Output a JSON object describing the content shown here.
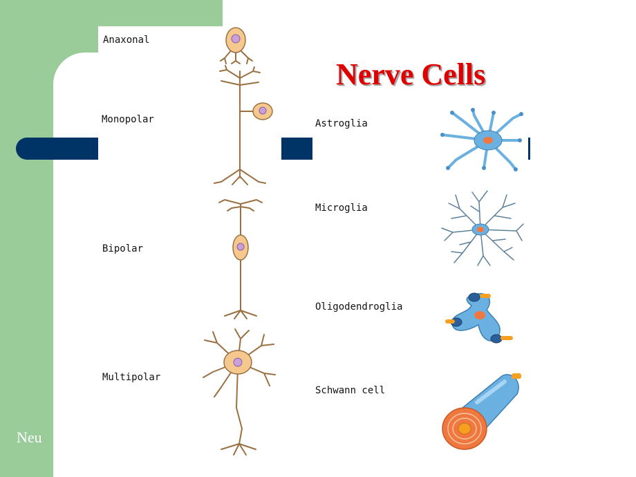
{
  "slide": {
    "title": "Nerve Cells",
    "footer": "Neu"
  },
  "neurons": [
    {
      "label": "Anaxonal"
    },
    {
      "label": "Monopolar"
    },
    {
      "label": "Bipolar"
    },
    {
      "label": "Multipolar"
    }
  ],
  "glia": [
    {
      "label": "Astroglia"
    },
    {
      "label": "Microglia"
    },
    {
      "label": "Oligodendroglia"
    },
    {
      "label": "Schwann cell"
    }
  ],
  "colors": {
    "panel_green": "#99cc99",
    "bar_navy": "#003366",
    "title_red": "#e00000",
    "neuron_fill": "#f5c98e",
    "neuron_stroke": "#9a7040",
    "nucleus": "#c9a0d8",
    "glia_blue": "#6ab0e0",
    "glia_orange": "#f07840"
  }
}
